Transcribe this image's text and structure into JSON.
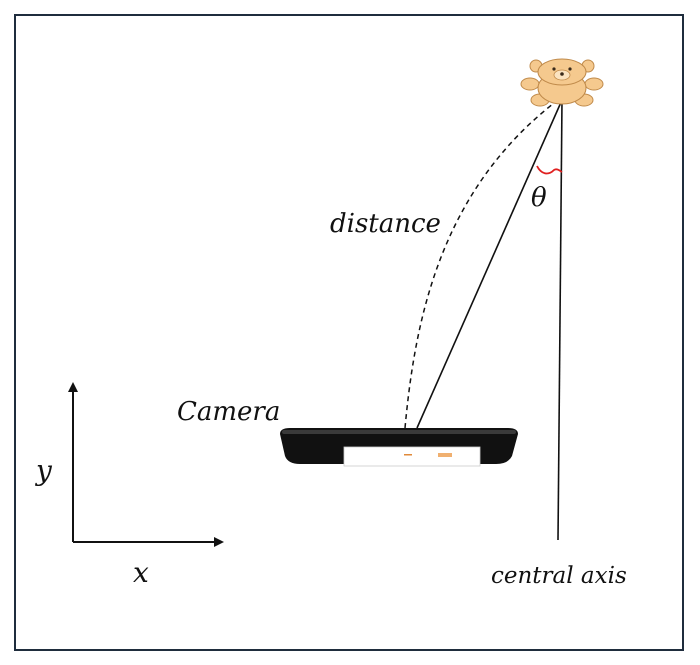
{
  "labels": {
    "distance": "distance",
    "theta": "θ",
    "camera": "Camera",
    "central_axis": "central axis",
    "axis_x": "x",
    "axis_y": "y"
  },
  "icons": {
    "target": "teddy-bear-icon",
    "device": "camera-device"
  },
  "colors": {
    "frame": "#1f2d3d",
    "line": "#111111",
    "angle_arc": "#e02020",
    "bear_fill": "#f5c98e",
    "bear_stroke": "#c08a4a",
    "camera_body": "#111111"
  }
}
